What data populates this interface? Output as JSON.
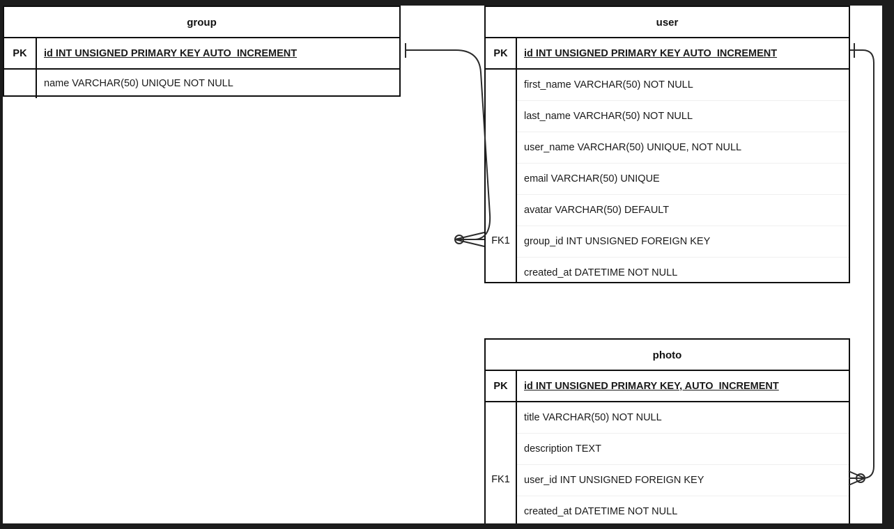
{
  "diagram": {
    "type": "entity-relationship-diagram",
    "notation": "crows-foot",
    "canvas_background": "#ffffff",
    "frame_background": "#1c1c1c",
    "line_color": "#2b2b2b",
    "border_color": "#0f0f0f"
  },
  "entities": [
    {
      "id": "group",
      "title": "group",
      "primary_key": {
        "key_label": "PK",
        "field": "id INT UNSIGNED PRIMARY KEY AUTO_INCREMENT"
      },
      "attributes": [
        {
          "key_label": "",
          "field": "name VARCHAR(50) UNIQUE NOT NULL"
        }
      ]
    },
    {
      "id": "user",
      "title": "user",
      "primary_key": {
        "key_label": "PK",
        "field": "id INT UNSIGNED PRIMARY KEY AUTO_INCREMENT"
      },
      "attributes": [
        {
          "key_label": "",
          "field": "first_name VARCHAR(50) NOT NULL"
        },
        {
          "key_label": "",
          "field": "last_name VARCHAR(50) NOT NULL"
        },
        {
          "key_label": "",
          "field": "user_name VARCHAR(50) UNIQUE, NOT NULL"
        },
        {
          "key_label": "",
          "field": "email VARCHAR(50) UNIQUE"
        },
        {
          "key_label": "",
          "field": "avatar VARCHAR(50) DEFAULT"
        },
        {
          "key_label": "FK1",
          "field": "group_id INT UNSIGNED FOREIGN KEY"
        },
        {
          "key_label": "",
          "field": "created_at DATETIME NOT NULL"
        }
      ],
      "foreign_key_label": "FK1"
    },
    {
      "id": "photo",
      "title": "photo",
      "primary_key": {
        "key_label": "PK",
        "field": "id INT UNSIGNED PRIMARY KEY, AUTO_INCREMENT"
      },
      "attributes": [
        {
          "key_label": "",
          "field": "title VARCHAR(50) NOT NULL"
        },
        {
          "key_label": "",
          "field": "description TEXT"
        },
        {
          "key_label": "FK1",
          "field": "user_id INT UNSIGNED FOREIGN KEY"
        },
        {
          "key_label": "",
          "field": "created_at DATETIME NOT NULL"
        }
      ],
      "foreign_key_label": "FK1"
    }
  ],
  "relationships": [
    {
      "id": "group-to-user",
      "from_entity": "group",
      "from_field": "id INT UNSIGNED PRIMARY KEY AUTO_INCREMENT",
      "from_cardinality": "one",
      "to_entity": "user",
      "to_field": "group_id INT UNSIGNED FOREIGN KEY",
      "to_cardinality": "zero-or-many"
    },
    {
      "id": "user-to-photo",
      "from_entity": "user",
      "from_field": "id INT UNSIGNED PRIMARY KEY AUTO_INCREMENT",
      "from_cardinality": "one",
      "to_entity": "photo",
      "to_field": "user_id INT UNSIGNED FOREIGN KEY",
      "to_cardinality": "zero-or-many"
    }
  ]
}
